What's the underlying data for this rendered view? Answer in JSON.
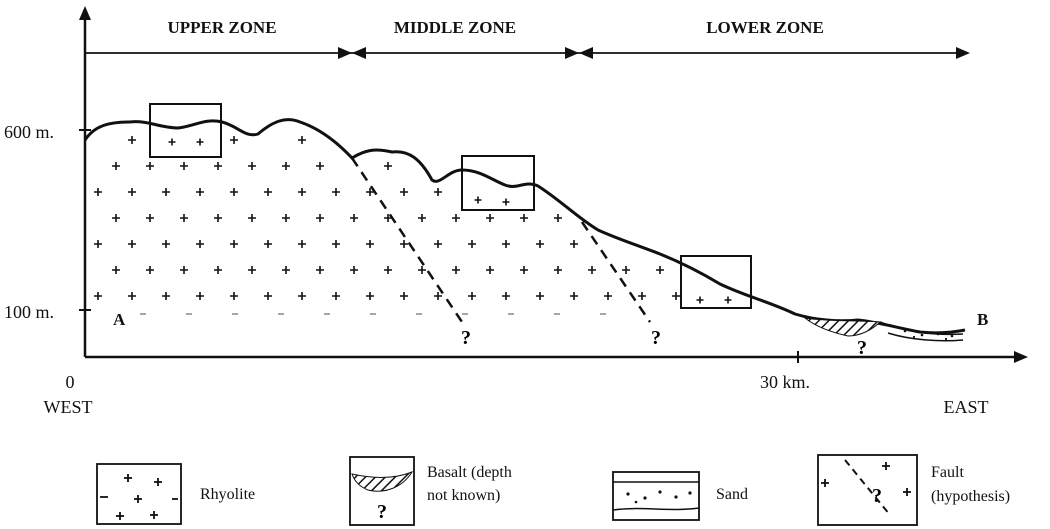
{
  "zones": {
    "upper": "UPPER ZONE",
    "middle": "MIDDLE ZONE",
    "lower": "LOWER ZONE"
  },
  "axis": {
    "elev_600": "600 m.",
    "elev_100": "100 m.",
    "origin": "0",
    "dist_30": "30 km.",
    "west": "WEST",
    "east": "EAST"
  },
  "points": {
    "a": "A",
    "b": "B"
  },
  "fault_mark": "?",
  "legend": {
    "rhyolite": "Rhyolite",
    "basalt_line1": "Basalt (depth",
    "basalt_line2": "not known)",
    "sand": "Sand",
    "fault_line1": "Fault",
    "fault_line2": "(hypothesis)"
  },
  "colors": {
    "ink": "#111111",
    "background": "#ffffff"
  }
}
